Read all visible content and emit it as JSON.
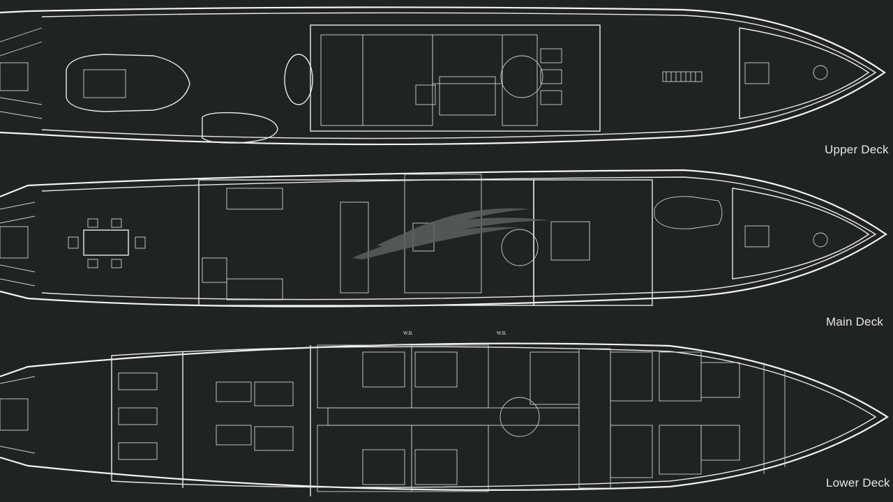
{
  "diagram": {
    "background": "#1f2321",
    "line_color": "#e9ecea",
    "watermark_color": "#5b605d",
    "decks": [
      {
        "id": "upper",
        "label": "Upper Deck"
      },
      {
        "id": "main",
        "label": "Main Deck"
      },
      {
        "id": "lower",
        "label": "Lower Deck"
      }
    ],
    "annotations": [
      {
        "text": "W.B."
      },
      {
        "text": "W.B."
      }
    ],
    "watermark": {
      "icon": "yacht-logo-icon"
    }
  }
}
